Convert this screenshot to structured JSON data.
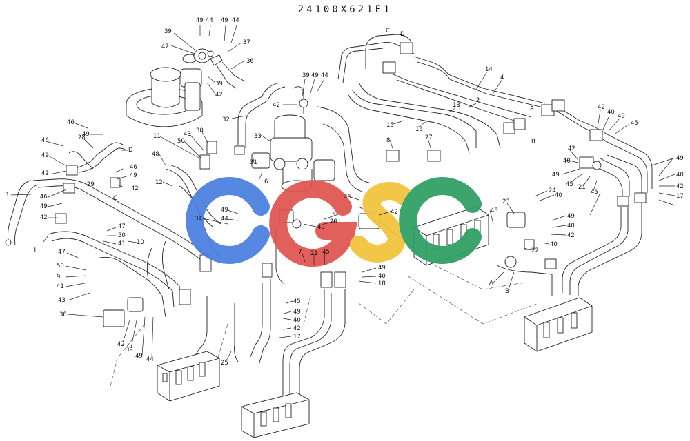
{
  "drawing_number": "24100X621F1",
  "watermark": {
    "letters": [
      {
        "char": "C",
        "color": "#4a7fe0"
      },
      {
        "char": "G",
        "color": "#e0554f"
      },
      {
        "char": "S",
        "color": "#f2c23a"
      },
      {
        "char": "C",
        "color": "#2e9e62"
      }
    ]
  },
  "callouts": [
    {
      "id": "c1",
      "text": "49"
    },
    {
      "id": "c2",
      "text": "44"
    },
    {
      "id": "c3",
      "text": "49"
    },
    {
      "id": "c4",
      "text": "44"
    },
    {
      "id": "c5",
      "text": "39"
    },
    {
      "id": "c6",
      "text": "42"
    },
    {
      "id": "c7",
      "text": "37"
    },
    {
      "id": "c8",
      "text": "36"
    },
    {
      "id": "c9",
      "text": "39"
    },
    {
      "id": "c10",
      "text": "42"
    },
    {
      "id": "c11",
      "text": "39"
    },
    {
      "id": "c12",
      "text": "49"
    },
    {
      "id": "c13",
      "text": "44"
    },
    {
      "id": "c14",
      "text": "42"
    },
    {
      "id": "c15",
      "text": "32"
    },
    {
      "id": "c16",
      "text": "C"
    },
    {
      "id": "c17",
      "text": "D"
    },
    {
      "id": "c18",
      "text": "14"
    },
    {
      "id": "c19",
      "text": "4"
    },
    {
      "id": "c20",
      "text": "2"
    },
    {
      "id": "c21",
      "text": "13"
    },
    {
      "id": "c22",
      "text": "15"
    },
    {
      "id": "c23",
      "text": "16"
    },
    {
      "id": "c24",
      "text": "A"
    },
    {
      "id": "c25",
      "text": "B"
    },
    {
      "id": "c26",
      "text": "42"
    },
    {
      "id": "c27",
      "text": "40"
    },
    {
      "id": "c28",
      "text": "49"
    },
    {
      "id": "c29",
      "text": "45"
    },
    {
      "id": "c30",
      "text": "46"
    },
    {
      "id": "c31",
      "text": "49"
    },
    {
      "id": "c32",
      "text": "28"
    },
    {
      "id": "c33",
      "text": "D"
    },
    {
      "id": "c34",
      "text": "46"
    },
    {
      "id": "c35",
      "text": "49"
    },
    {
      "id": "c36",
      "text": "46"
    },
    {
      "id": "c37",
      "text": "49"
    },
    {
      "id": "c38",
      "text": "42"
    },
    {
      "id": "c39",
      "text": "29"
    },
    {
      "id": "c40",
      "text": "42"
    },
    {
      "id": "c41",
      "text": "C"
    },
    {
      "id": "c42",
      "text": "3"
    },
    {
      "id": "c43",
      "text": "46"
    },
    {
      "id": "c44",
      "text": "49"
    },
    {
      "id": "c45",
      "text": "42"
    },
    {
      "id": "c46",
      "text": "1"
    },
    {
      "id": "c47",
      "text": "47"
    },
    {
      "id": "c48",
      "text": "50"
    },
    {
      "id": "c49",
      "text": "41"
    },
    {
      "id": "c50",
      "text": "10"
    },
    {
      "id": "c51",
      "text": "47"
    },
    {
      "id": "c52",
      "text": "50"
    },
    {
      "id": "c53",
      "text": "9"
    },
    {
      "id": "c54",
      "text": "41"
    },
    {
      "id": "c55",
      "text": "43"
    },
    {
      "id": "c56",
      "text": "38"
    },
    {
      "id": "c57",
      "text": "42"
    },
    {
      "id": "c58",
      "text": "39"
    },
    {
      "id": "c59",
      "text": "49"
    },
    {
      "id": "c60",
      "text": "44"
    },
    {
      "id": "c61",
      "text": "11"
    },
    {
      "id": "c62",
      "text": "50"
    },
    {
      "id": "c63",
      "text": "43"
    },
    {
      "id": "c64",
      "text": "30"
    },
    {
      "id": "c65",
      "text": "48"
    },
    {
      "id": "c66",
      "text": "12"
    },
    {
      "id": "c67",
      "text": "34"
    },
    {
      "id": "c68",
      "text": "49"
    },
    {
      "id": "c69",
      "text": "44"
    },
    {
      "id": "c70",
      "text": "33"
    },
    {
      "id": "c71",
      "text": "31"
    },
    {
      "id": "c72",
      "text": "6"
    },
    {
      "id": "c73",
      "text": "8"
    },
    {
      "id": "c74",
      "text": "27"
    },
    {
      "id": "c75",
      "text": "26"
    },
    {
      "id": "c76",
      "text": "42"
    },
    {
      "id": "c77",
      "text": "40"
    },
    {
      "id": "c78",
      "text": "5"
    },
    {
      "id": "c79",
      "text": "20"
    },
    {
      "id": "c80",
      "text": "7"
    },
    {
      "id": "c81",
      "text": "21"
    },
    {
      "id": "c82",
      "text": "45"
    },
    {
      "id": "c83",
      "text": "49"
    },
    {
      "id": "c84",
      "text": "40"
    },
    {
      "id": "c85",
      "text": "18"
    },
    {
      "id": "c86",
      "text": "45"
    },
    {
      "id": "c87",
      "text": "49"
    },
    {
      "id": "c88",
      "text": "40"
    },
    {
      "id": "c89",
      "text": "42"
    },
    {
      "id": "c90",
      "text": "17"
    },
    {
      "id": "c91",
      "text": "25"
    },
    {
      "id": "c92",
      "text": "24"
    },
    {
      "id": "c93",
      "text": "40"
    },
    {
      "id": "c94",
      "text": "23"
    },
    {
      "id": "c95",
      "text": "45"
    },
    {
      "id": "c96",
      "text": "49"
    },
    {
      "id": "c97",
      "text": "40"
    },
    {
      "id": "c98",
      "text": "42"
    },
    {
      "id": "c99",
      "text": "40"
    },
    {
      "id": "c100",
      "text": "22"
    },
    {
      "id": "c101",
      "text": "A"
    },
    {
      "id": "c102",
      "text": "B"
    },
    {
      "id": "c103",
      "text": "42"
    },
    {
      "id": "c104",
      "text": "40"
    },
    {
      "id": "c105",
      "text": "49"
    },
    {
      "id": "c106",
      "text": "45"
    },
    {
      "id": "c107",
      "text": "21"
    },
    {
      "id": "c108",
      "text": "45"
    },
    {
      "id": "c109",
      "text": "49"
    },
    {
      "id": "c110",
      "text": "40"
    },
    {
      "id": "c111",
      "text": "42"
    },
    {
      "id": "c112",
      "text": "17"
    }
  ]
}
